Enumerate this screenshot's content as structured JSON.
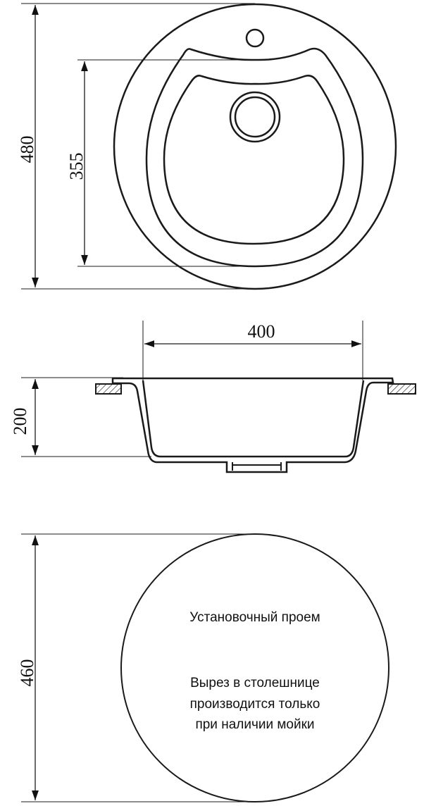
{
  "top_view": {
    "height_label": "480",
    "bowl_label": "355"
  },
  "side_view": {
    "width_label": "400",
    "depth_label": "200"
  },
  "cutout_view": {
    "diameter_label": "460",
    "title": "Установочный проем",
    "note_lines": [
      "Вырез в столешнице",
      "производится только",
      "при наличии мойки"
    ]
  },
  "colors": {
    "line": "#1a1a1a"
  }
}
